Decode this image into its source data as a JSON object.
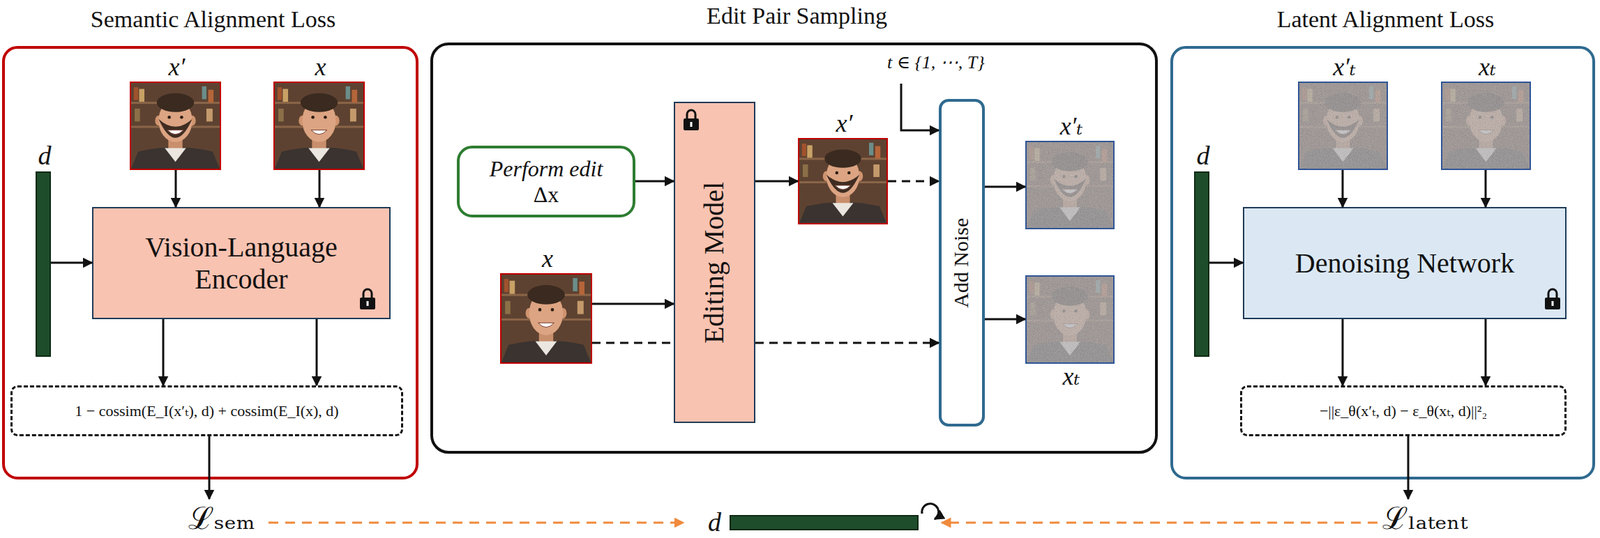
{
  "diagram": {
    "nodes": [
      {
        "text": [
          "Semantic Alignment Loss"
        ]
      },
      {
        "text": [
          "d"
        ],
        "in": 0
      },
      {
        "text": [
          "x′"
        ],
        "in": 0
      },
      {
        "text": [
          "x"
        ],
        "in": 0
      },
      {
        "text": [
          "Vision-Language Encoder"
        ],
        "in": 0
      },
      {
        "text": [
          "1 − cossim(E_I(x′ₜ), d) + cossim(E_I(x), d)"
        ],
        "in": 0
      },
      {
        "text": [
          "Edit Pair Sampling"
        ]
      },
      {
        "text": [
          "Perform edit",
          "Δx"
        ],
        "in": 6
      },
      {
        "text": [
          "x"
        ],
        "in": 6
      },
      {
        "text": [
          "Editing Model"
        ],
        "in": 6
      },
      {
        "text": [
          "x′"
        ],
        "in": 6
      },
      {
        "text": [
          "Add Noise"
        ],
        "in": 6
      },
      {
        "text": [
          "x′ₜ"
        ],
        "in": 6
      },
      {
        "text": [
          "xₜ"
        ],
        "in": 6
      },
      {
        "text": [
          "Latent Alignment Loss"
        ]
      },
      {
        "text": [
          "d"
        ],
        "in": 14
      },
      {
        "text": [
          "x′ₜ"
        ],
        "in": 14
      },
      {
        "text": [
          "xₜ"
        ],
        "in": 14
      },
      {
        "text": [
          "Denoising Network"
        ],
        "in": 14
      },
      {
        "text": [
          "−||ε_θ(x′ₜ, d) − ε_θ(xₜ, d)||²₂"
        ],
        "in": 14
      },
      {
        "text": [
          "d"
        ]
      }
    ],
    "edges": [
      {
        "from": 2,
        "to": 4,
        "arrow": "to"
      },
      {
        "from": 3,
        "to": 4,
        "arrow": "to"
      },
      {
        "from": 1,
        "to": 4,
        "arrow": "to"
      },
      {
        "from": 4,
        "to": 5,
        "arrow": "to"
      },
      {
        "from": 4,
        "to": 5,
        "arrow": "to"
      },
      {
        "from": 7,
        "to": 9,
        "arrow": "to"
      },
      {
        "from": 8,
        "to": 9,
        "arrow": "to"
      },
      {
        "from": 9,
        "to": 10,
        "arrow": "to"
      },
      {
        "from": 10,
        "to": 11,
        "arrow": "to"
      },
      {
        "from": 8,
        "to": 11,
        "arrow": "to"
      },
      {
        "from": 11,
        "to": 12,
        "arrow": "to"
      },
      {
        "from": 11,
        "to": 13,
        "arrow": "to"
      },
      {
        "from": 16,
        "to": 18,
        "arrow": "to"
      },
      {
        "from": 17,
        "to": 18,
        "arrow": "to"
      },
      {
        "from": 15,
        "to": 18,
        "arrow": "to"
      },
      {
        "from": 18,
        "to": 19,
        "arrow": "to"
      },
      {
        "from": 18,
        "to": 19,
        "arrow": "to"
      }
    ],
    "labels": [
      "t ∈ {1, ⋯, T}",
      "ℒₛₑₘ",
      "ℒₗₐₜₑₙₜ"
    ]
  }
}
